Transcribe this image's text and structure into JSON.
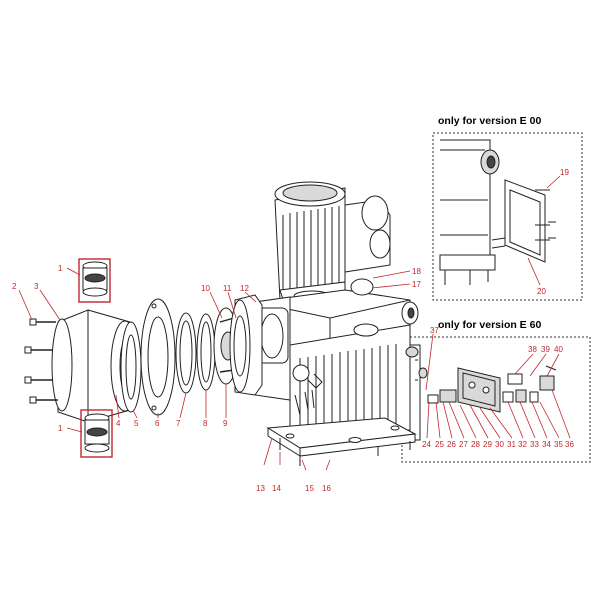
{
  "insets": {
    "e00": {
      "title": "only for version E 00"
    },
    "e60": {
      "title": "only for version E 60"
    }
  },
  "callouts": {
    "p1a": "1",
    "p1b": "1",
    "p2": "2",
    "p3": "3",
    "p4": "4",
    "p5": "5",
    "p6": "6",
    "p7": "7",
    "p8": "8",
    "p9": "9",
    "p10": "10",
    "p11": "11",
    "p12": "12",
    "p13": "13",
    "p14": "14",
    "p15": "15",
    "p16": "16",
    "p17": "17",
    "p18": "18",
    "p19": "19",
    "p20": "20",
    "p24": "24",
    "p25": "25",
    "p26": "26",
    "p27": "27",
    "p28": "28",
    "p29": "29",
    "p30": "30",
    "p31": "31",
    "p32": "32",
    "p33": "33",
    "p34": "34",
    "p35": "35",
    "p36": "36",
    "p37": "37",
    "p38": "38",
    "p39": "39",
    "p40": "40"
  },
  "colors": {
    "callout": "#c0282d",
    "line": "#222222",
    "background": "#ffffff"
  }
}
